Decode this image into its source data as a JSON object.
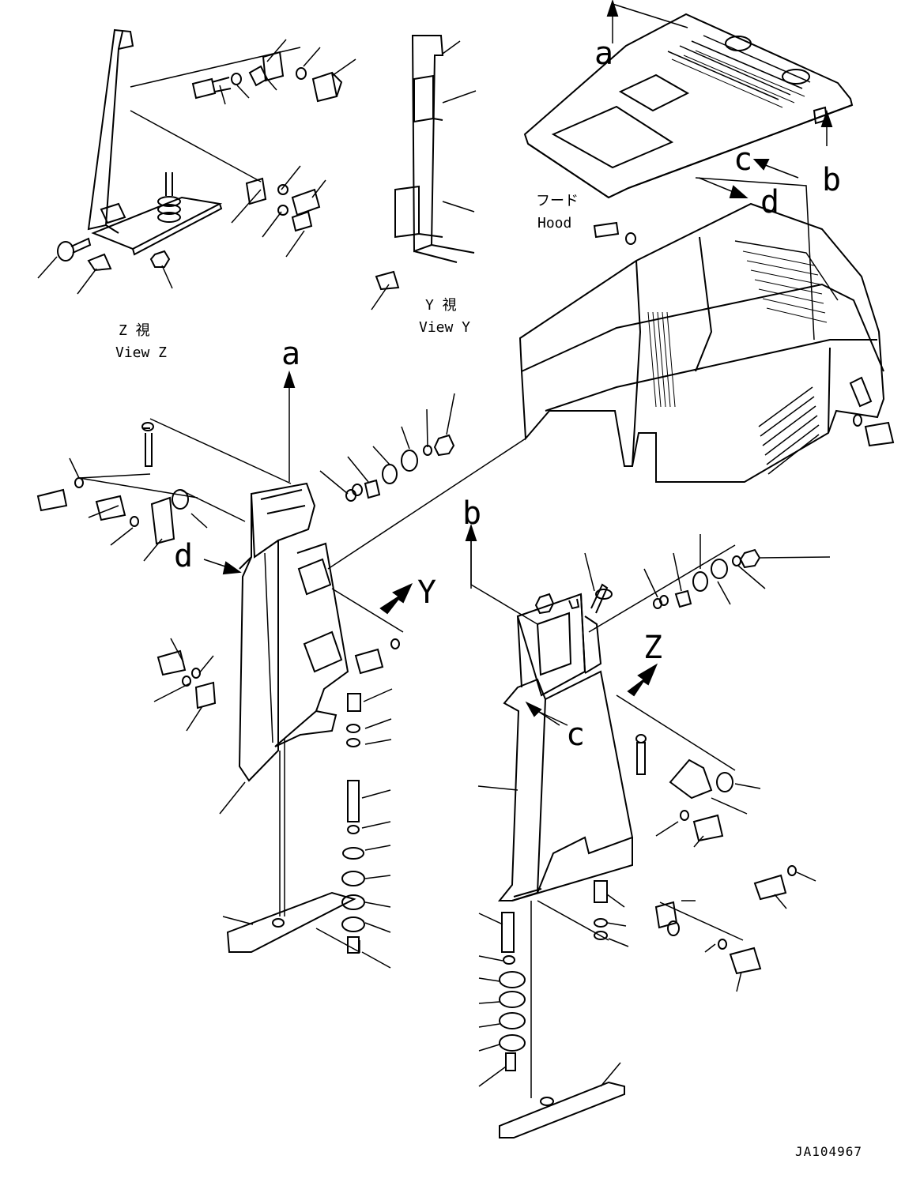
{
  "callouts": {
    "a_top": "a",
    "a_mid": "a",
    "b_right": "b",
    "b_mid": "b",
    "c_top": "c",
    "c_mid": "c",
    "d_top": "d",
    "d_left": "d",
    "Y": "Y",
    "Z": "Z"
  },
  "hood": {
    "jp": "フード",
    "en": "Hood"
  },
  "view_z": {
    "jp": "Z 視",
    "en": "View Z"
  },
  "view_y": {
    "jp": "Y 視",
    "en": "View Y"
  },
  "figure_id": "JA104967"
}
